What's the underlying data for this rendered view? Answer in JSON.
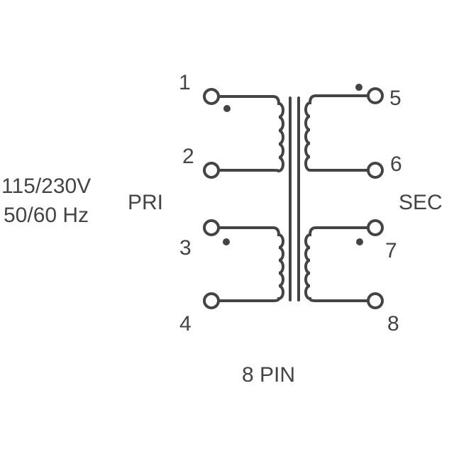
{
  "labels": {
    "voltage": "115/230V",
    "frequency": "50/60 Hz",
    "primary": "PRI",
    "secondary": "SEC",
    "package": "8 PIN"
  },
  "pins": [
    "1",
    "2",
    "3",
    "4",
    "5",
    "6",
    "7",
    "8"
  ],
  "colors": {
    "line": "#444444"
  }
}
